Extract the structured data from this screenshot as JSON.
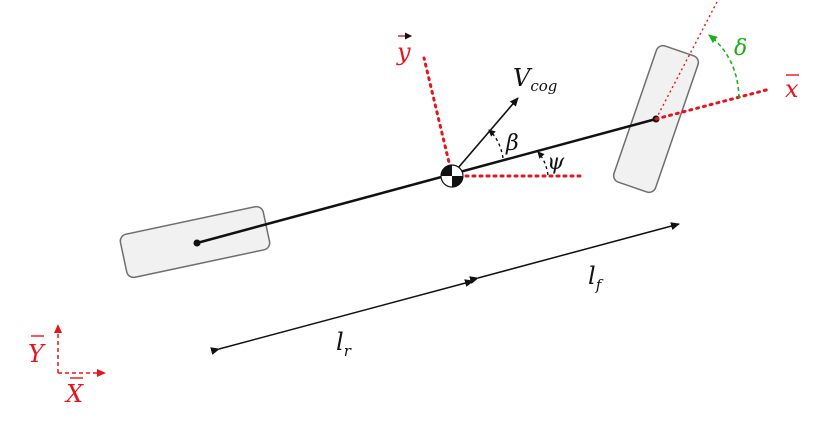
{
  "colors": {
    "body_axes": "#e8141b",
    "steer": "#19b019",
    "wheel_fill": "#f1f1f1",
    "wheel_stroke": "#6e6e6e",
    "ink": "#111111"
  },
  "labels": {
    "y_body": "y",
    "x_body": "x",
    "vcog_main": "V",
    "vcog_sub": "cog",
    "beta": "β",
    "psi": "ψ",
    "delta": "δ",
    "lf_main": "l",
    "lf_sub": "f",
    "lr_main": "l",
    "lr_sub": "r",
    "Y_global": "Y",
    "X_global": "X"
  }
}
